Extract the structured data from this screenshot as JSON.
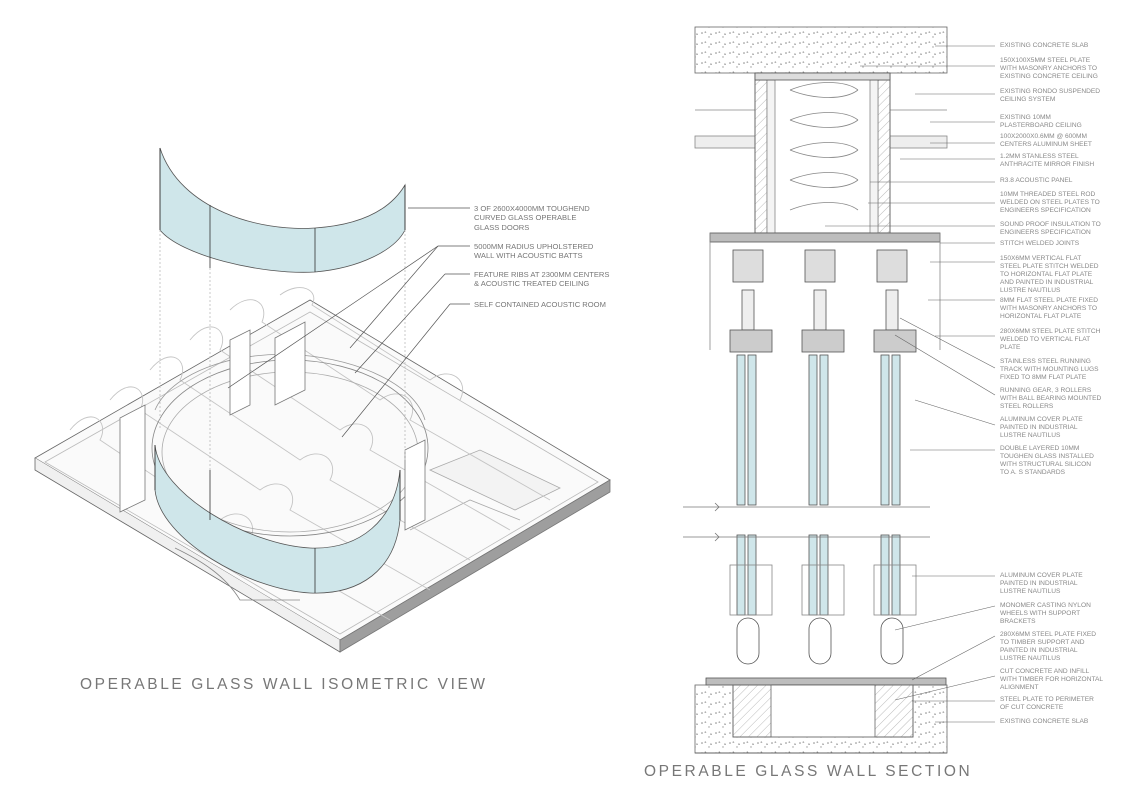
{
  "titles": {
    "isometric": "OPERABLE GLASS WALL ISOMETRIC VIEW",
    "section": "OPERABLE GLASS WALL SECTION"
  },
  "isometric_notes": [
    "3 OF 2600X4000mm TOUGHEND\nCURVED GLASS OPERABLE\nGLASS DOORS",
    "5000mm RADIUS UPHOLSTERED\nWALL WITH ACOUSTIC BATTS",
    "FEATURE RIBS AT 2300mm CENTERS\n& ACOUSTIC TREATED CEILING",
    "SELF CONTAINED ACOUSTIC ROOM"
  ],
  "section_notes": [
    "EXISTING CONCRETE SLAB",
    "150x100x5mm STEEL PLATE\nWITH MASONRY ANCHORS TO\nEXISTING CONCRETE CEILING",
    "EXISTING RONDO SUSPENDED\nCEILING SYSTEM",
    "EXISTING 10mm\nPLASTERBOARD CEILING",
    "100x2000x0.6mm @ 600mm\nCENTERS ALUMINUM SHEET",
    "1.2mm STANLESS STEEL\nANTHRACITE MIRROR FINISH",
    "R3.8 ACOUSTIC PANEL",
    "10mm THREADED STEEL ROD\nWELDED ON STEEL PLATES TO\nENGINEERS SPECIFICATION",
    "SOUND PROOF INSULATION TO\nENGINEERS SPECIFICATION",
    "STITCH WELDED JOINTS",
    "150x6mm VERTICAL FLAT\nSTEEL PLATE STITCH WELDED\nTO HORIZONTAL FLAT PLATE\nAND PAINTED IN INDUSTRIAL\nLUSTRE NAUTILUS",
    "8mm FLAT STEEL PLATE FIXED\nWITH MASONRY ANCHORS TO\nHORIZONTAL FLAT PLATE",
    "280x6mm STEEL PLATE STITCH\nWELDED TO VERTICAL FLAT\nPLATE",
    "STAINLESS STEEL RUNNING\nTRACK WITH MOUNTING LUGS\nFIXED TO 8mm FLAT PLATE",
    "RUNNING GEAR, 3 ROLLERS\nWITH BALL BEARING MOUNTED\nSTEEL ROLLERS",
    "ALUMINUM COVER PLATE\nPAINTED IN INDUSTRIAL\nLUSTRE NAUTILUS",
    "DOUBLE LAYERED 10mm\nTOUGHEN GLASS INSTALLED\nWITH STRUCTURAL SILICON\nTO A. S STANDARDS",
    "ALUMINUM COVER PLATE\nPAINTED IN INDUSTRIAL\nLUSTRE NAUTILUS",
    "MONOMER CASTING NYLON\nWHEELS WITH SUPPORT\nBRACKETS",
    "280x6mm STEEL PLATE FIXED\nTO TIMBER SUPPORT AND\nPAINTED IN INDUSTRIAL\nLUSTRE NAUTILUS",
    "CUT CONCRETE AND INFILL\nWITH TIMBER FOR HORIZONTAL\nALIGNMENT",
    "STEEL PLATE TO PERIMETER\nOF CUT CONCRETE",
    "EXISTING CONCRETE SLAB"
  ],
  "colors": {
    "glass": "#cfe6ea",
    "line": "#555555",
    "light_line": "#b8b8b8",
    "steel": "#bdbdbd",
    "slab_dots": "#888888"
  }
}
